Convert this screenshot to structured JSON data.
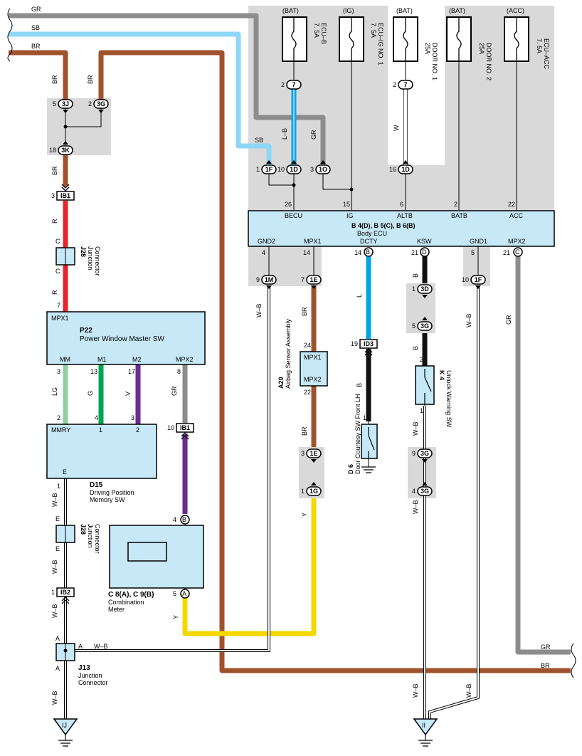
{
  "colors": {
    "GR": "#8c8c8c",
    "SB": "#8ed6f5",
    "BR": "#a0522d",
    "R": "#e8232a",
    "LG": "#8fcfa2",
    "G": "#00a651",
    "V": "#6a2c91",
    "L": "#00a6e6",
    "B": "#111111",
    "Y": "#f5d800",
    "ecu_fill": "#c6e8f7",
    "shade": "#d9d9d9"
  },
  "wire_labels": {
    "gr_top": "GR",
    "sb_top": "SB",
    "br_top": "BR",
    "br_left1": "BR",
    "br_left2": "BR",
    "br_left3": "BR",
    "r1": "R",
    "r2": "R",
    "lg": "LG",
    "g": "G",
    "v": "V",
    "gr_mpx2": "GR",
    "wb_1": "W–B",
    "wb_2": "W–B",
    "wb_3": "W–B",
    "wb_4": "W–B",
    "wb_a": "W–B",
    "y_meter": "Y",
    "sb_ecu": "SB",
    "lb": "L–B",
    "gr_ecu": "GR",
    "w": "W",
    "wb_gnd2": "W–B",
    "br_mpx1": "BR",
    "l_dcty": "L",
    "b_ksw1": "B",
    "b_ksw2": "B",
    "wb_gnd1": "W–B",
    "gr_mpx2r": "GR",
    "br_a20": "BR",
    "b_d6": "B",
    "y_a20": "Y",
    "wb_k4": "W–B",
    "wb_k4b": "W–B",
    "wb_ii": "W–B",
    "wb_ii2": "W–B",
    "gr_right": "GR",
    "br_right": "BR"
  },
  "fuses": [
    {
      "source": "(BAT)",
      "rating": "7. 5A",
      "name": "ECU–B"
    },
    {
      "source": "(IG)",
      "rating": "7. 5A",
      "name": "ECU–IG NO. 1"
    },
    {
      "source": "(BAT)",
      "rating": "25A",
      "name": "DOOR NO. 1"
    },
    {
      "source": "(BAT)",
      "rating": "25A",
      "name": "DOOR NO. 2"
    },
    {
      "source": "(ACC)",
      "rating": "7. 5A",
      "name": "ECU–ACC"
    }
  ],
  "body_ecu": {
    "title": "B 4(D), B 5(C), B 6(B)",
    "name": "Body ECU",
    "top_pins": [
      {
        "num": "26",
        "label": "BECU"
      },
      {
        "num": "15",
        "label": "IG"
      },
      {
        "num": "6",
        "label": "ALTB"
      },
      {
        "num": "2",
        "label": "BATB"
      },
      {
        "num": "22",
        "label": "ACC"
      }
    ],
    "bottom_pins": [
      {
        "num": "4",
        "label": "GND2"
      },
      {
        "num": "14",
        "label": "MPX1"
      },
      {
        "num": "14",
        "label": "DCTY",
        "conn": "B"
      },
      {
        "num": "21",
        "label": "KSW",
        "conn": "D"
      },
      {
        "num": "5",
        "label": "GND1"
      },
      {
        "num": "21",
        "label": "MPX2",
        "conn": "C"
      }
    ]
  },
  "connectors": {
    "c3j": {
      "code": "3J",
      "pin": "5"
    },
    "c3g": {
      "code": "3G",
      "pin": "2"
    },
    "c3k": {
      "code": "3K",
      "pin": "18"
    },
    "ib1a": {
      "code": "IB1",
      "pin": "3"
    },
    "f7a": {
      "code": "7",
      "pin": "2"
    },
    "f7b": {
      "code": "7",
      "pin": "2"
    },
    "c1f": {
      "code": "1F",
      "pin": "1"
    },
    "c1d": {
      "code": "1D",
      "pin": "10"
    },
    "c1o": {
      "code": "1O",
      "pin": "3"
    },
    "c1d16": {
      "code": "1D",
      "pin": "16"
    },
    "c1m": {
      "code": "1M",
      "pin": "9"
    },
    "c1e": {
      "code": "1E",
      "pin": "7"
    },
    "c1f10": {
      "code": "1F",
      "pin": "10"
    },
    "c3d": {
      "code": "3D",
      "pin": "1"
    },
    "c3g5": {
      "code": "3G",
      "pin": "5"
    },
    "id3": {
      "code": "ID3",
      "pin": "19"
    },
    "ib1b": {
      "code": "IB1",
      "pin": "10"
    },
    "c1e3": {
      "code": "1E",
      "pin": "3"
    },
    "c1g": {
      "code": "1G",
      "pin": "1"
    },
    "c3g9": {
      "code": "3G",
      "pin": "9"
    },
    "c3g4": {
      "code": "3G",
      "pin": "4"
    },
    "ib2": {
      "code": "IB2",
      "pin": "1"
    }
  },
  "j28_top": {
    "id": "J28",
    "name1": "Junction",
    "name2": "Connector",
    "pin_top": "C",
    "pin_bot": "C"
  },
  "j28_bot": {
    "id": "J28",
    "name1": "Junction",
    "name2": "Connector",
    "pin_top": "E",
    "pin_bot": "E"
  },
  "j13": {
    "id": "J13",
    "name1": "Junction",
    "name2": "Connector",
    "pin_top": "A",
    "pin_bot": "A",
    "pin_side": "A"
  },
  "p22": {
    "id": "P22",
    "name": "Power Window Master SW",
    "top_pin_label": "MPX1",
    "top_pin_num": "7",
    "pins": [
      {
        "num": "3",
        "label": "MM"
      },
      {
        "num": "13",
        "label": "M1"
      },
      {
        "num": "17",
        "label": "M2"
      },
      {
        "num": "8",
        "label": "MPX2"
      }
    ]
  },
  "d15": {
    "id": "D15",
    "name1": "Driving Position",
    "name2": "Memory SW",
    "top_pins": [
      {
        "num": "2",
        "label": "MMRY"
      },
      {
        "num": "4",
        "label": "1"
      },
      {
        "num": "3",
        "label": "2"
      }
    ],
    "bottom_label": "E",
    "bottom_num": "1"
  },
  "c8": {
    "id": "C 8(A), C 9(B)",
    "name1": "Combination",
    "name2": "Meter",
    "pin_b": "4",
    "conn_b": "B",
    "pin_a": "5",
    "conn_a": "A"
  },
  "a20": {
    "id": "A20",
    "name": "Airbag Sensor Assembly",
    "pin1_num": "24",
    "pin1": "MPX1",
    "pin2": "MPX2",
    "pin2_num": "22"
  },
  "d6": {
    "id": "D 6",
    "name": "Door Courtesy SW Front LH",
    "pin": "1"
  },
  "k4": {
    "id": "K 4",
    "name": "Unlock Warning SW",
    "pin_top": "2",
    "pin_bot": "1"
  },
  "grounds": {
    "ij": "IJ",
    "ii": "II"
  }
}
